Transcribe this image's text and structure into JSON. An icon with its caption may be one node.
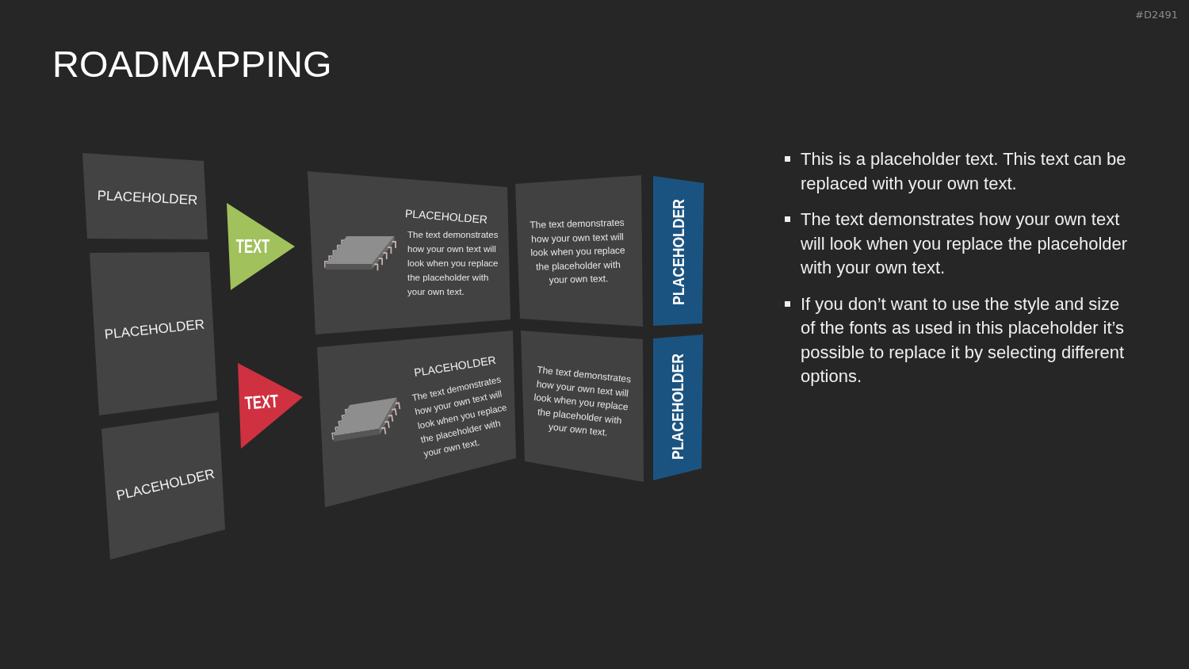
{
  "diagram": {
    "title": "ROADMAPPING",
    "nodes": [
      {
        "text": [
          "PLACEHOLDER"
        ]
      },
      {
        "text": [
          "PLACEHOLDER"
        ]
      },
      {
        "text": [
          "PLACEHOLDER"
        ]
      },
      {
        "text": [
          "TEXT"
        ]
      },
      {
        "text": [
          "TEXT"
        ]
      },
      {
        "text": [
          "PLACEHOLDER",
          "The text demonstrates how your own text will look when you replace the placeholder with your own text."
        ]
      },
      {
        "text": [
          "PLACEHOLDER",
          "The text demonstrates how your own text will look when you replace the placeholder with your own text."
        ]
      },
      {
        "text": [
          "The text demonstrates how your own text will look when you replace the placeholder with your own text."
        ]
      },
      {
        "text": [
          "The text demonstrates how your own text will look when you replace the placeholder with your own text."
        ]
      },
      {
        "text": [
          "PLACEHOLDER"
        ]
      },
      {
        "text": [
          "PLACEHOLDER"
        ]
      }
    ],
    "labels": [
      "#D2491",
      "This is a placeholder text. This text can be replaced with your own text.",
      "The text demonstrates how your own text will look when you replace the placeholder with your own text.",
      "If you don’t want to use the style and size of the fonts as used in this placeholder it’s possible to replace it by selecting different options."
    ]
  }
}
